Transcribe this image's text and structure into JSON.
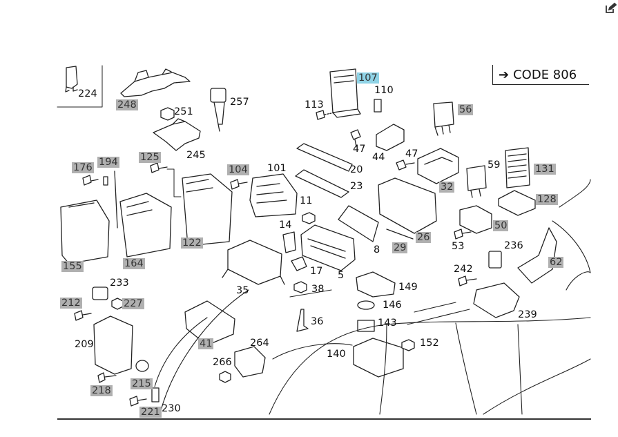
{
  "code_label": "CODE 806",
  "icons": {
    "edit": "edit-icon",
    "arrow": "arrow-right-icon"
  },
  "colors": {
    "label_box": "#b0b0b0",
    "highlight": "#8fd3e6",
    "line": "#222222"
  },
  "labels": {
    "p107": "107",
    "p110": "110",
    "p113": "113",
    "p56": "56",
    "p224": "224",
    "p248": "248",
    "p251": "251",
    "p257": "257",
    "p245": "245",
    "p47a": "47",
    "p44": "44",
    "p47b": "47",
    "p176": "176",
    "p194": "194",
    "p125": "125",
    "p104": "104",
    "p101": "101",
    "p20": "20",
    "p23": "23",
    "p59": "59",
    "p131": "131",
    "p32": "32",
    "p128": "128",
    "p11": "11",
    "p14": "14",
    "p155": "155",
    "p164": "164",
    "p122": "122",
    "p8": "8",
    "p29": "29",
    "p26": "26",
    "p50": "50",
    "p53": "53",
    "p236": "236",
    "p62": "62",
    "p17": "17",
    "p5": "5",
    "p242": "242",
    "p35": "35",
    "p38": "38",
    "p149": "149",
    "p233": "233",
    "p212": "212",
    "p227": "227",
    "p146": "146",
    "p36": "36",
    "p143": "143",
    "p239": "239",
    "p209": "209",
    "p41": "41",
    "p264": "264",
    "p152": "152",
    "p140": "140",
    "p266": "266",
    "p215": "215",
    "p218": "218",
    "p221": "221",
    "p230": "230"
  }
}
